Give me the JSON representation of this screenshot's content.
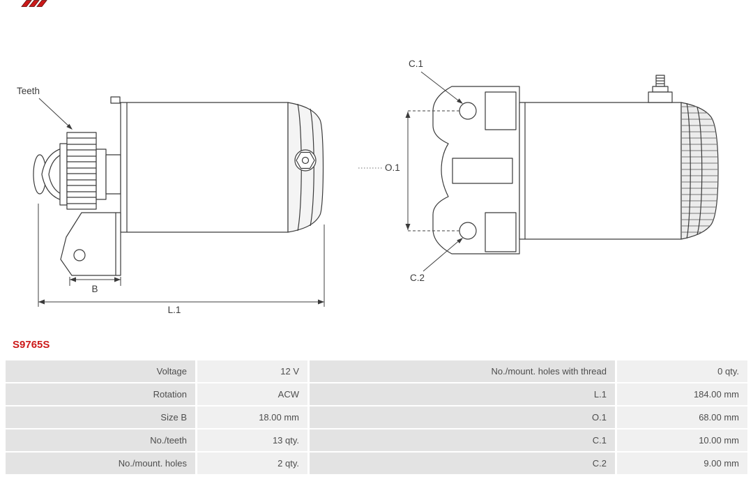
{
  "logo": "as-pl-brand-mark",
  "part_number": "S9765S",
  "drawing": {
    "labels": {
      "teeth": "Teeth",
      "b": "B",
      "l1": "L.1",
      "c1": "C.1",
      "o1": "O.1",
      "c2": "C.2"
    }
  },
  "colors": {
    "part_number_red": "#cc1a1a",
    "table_label_bg": "#e3e3e3",
    "table_value_bg": "#f0f0f0"
  },
  "table": {
    "rows": [
      {
        "left_label": "Voltage",
        "left_value": "12 V",
        "right_label": "No./mount. holes with thread",
        "right_value": "0 qty."
      },
      {
        "left_label": "Rotation",
        "left_value": "ACW",
        "right_label": "L.1",
        "right_value": "184.00 mm"
      },
      {
        "left_label": "Size B",
        "left_value": "18.00 mm",
        "right_label": "O.1",
        "right_value": "68.00 mm"
      },
      {
        "left_label": "No./teeth",
        "left_value": "13 qty.",
        "right_label": "C.1",
        "right_value": "10.00 mm"
      },
      {
        "left_label": "No./mount. holes",
        "left_value": "2 qty.",
        "right_label": "C.2",
        "right_value": "9.00 mm"
      }
    ]
  }
}
